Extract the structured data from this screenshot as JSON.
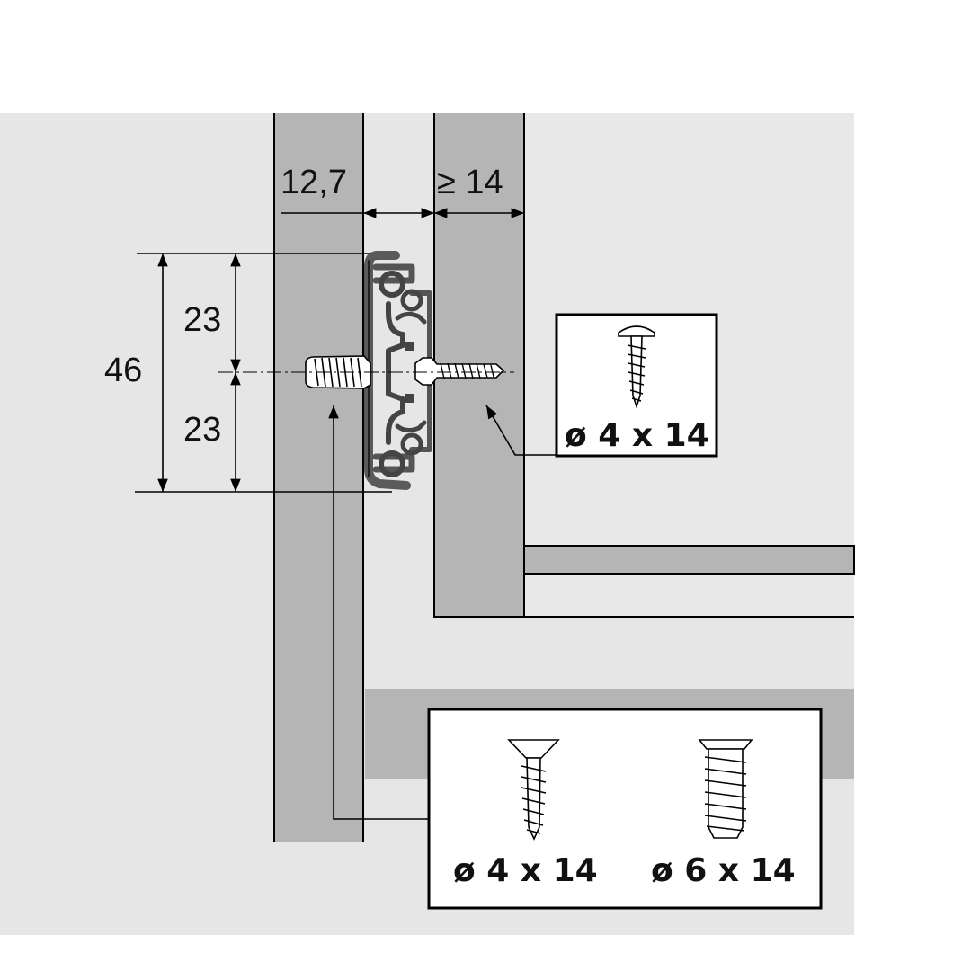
{
  "colors": {
    "background": "#e6e6e6",
    "panel": "#b5b5b5",
    "cabinet_interior": "#e8e8e8",
    "white": "#ffffff",
    "slide": "#5a5a5a",
    "line": "#000000"
  },
  "dimensions": {
    "side_thickness": "12,7",
    "drawer_side_min": "≥ 14",
    "total_height": "46",
    "upper_half": "23",
    "lower_half": "23"
  },
  "screws": {
    "drawer_screw_label": "ø 4 x 14",
    "cabinet_screw_1_label": "ø 4 x 14",
    "cabinet_screw_2_label": "ø 6 x 14"
  },
  "icons": {
    "pan_head": "pan-head-screw-icon",
    "countersunk": "countersunk-screw-icon",
    "euro": "euro-screw-icon"
  }
}
